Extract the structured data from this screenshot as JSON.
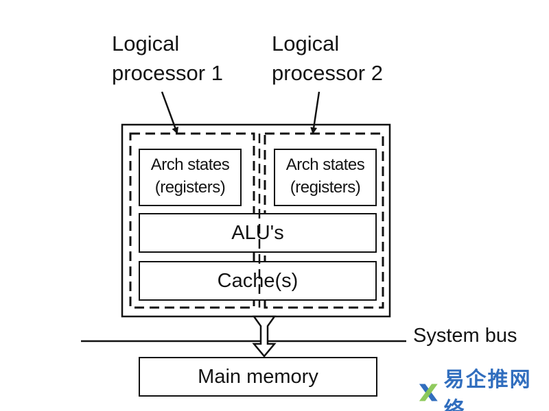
{
  "labels": {
    "processor_1": [
      "Logical",
      "processor 1"
    ],
    "processor_2": [
      "Logical",
      "processor 2"
    ],
    "arch_states_1": [
      "Arch states",
      "(registers)"
    ],
    "arch_states_2": [
      "Arch states",
      "(registers)"
    ],
    "alu": "ALU's",
    "cache": "Cache(s)",
    "system_bus": "System bus",
    "main_memory": "Main memory"
  },
  "watermark": {
    "text": "易企推网络"
  },
  "colors": {
    "line": "#111111",
    "watermark_blue": "#1b5fb8",
    "watermark_green": "#7cc242"
  }
}
